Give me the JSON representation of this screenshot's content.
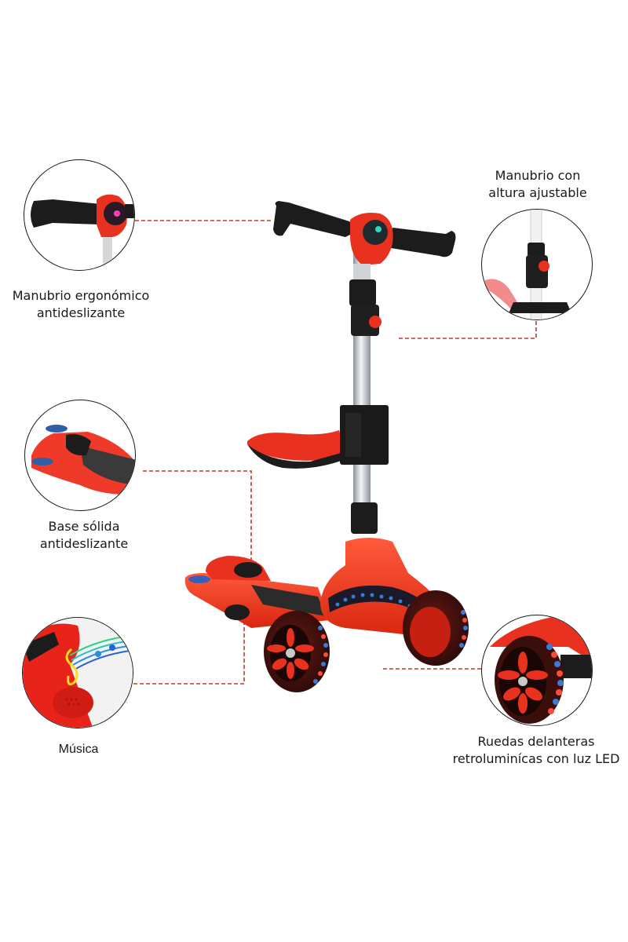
{
  "page": {
    "background": "#ffffff",
    "accent_color": "#e53a2a",
    "connector_color": "#c0392b"
  },
  "features": [
    {
      "id": "handlebar-ergonomic",
      "line1": "Manubrio ergonómico",
      "line2": "antideslizante",
      "icon": "handlebar-grip-icon"
    },
    {
      "id": "handlebar-height",
      "line1": "Manubrio con",
      "line2": "altura ajustable",
      "icon": "height-adjust-clamp-icon"
    },
    {
      "id": "deck",
      "line1": "Base sólida",
      "line2": "antideslizante",
      "icon": "deck-icon"
    },
    {
      "id": "music",
      "line1": "Música",
      "line2": "",
      "icon": "music-notes-icon"
    },
    {
      "id": "wheels",
      "line1": "Ruedas delanteras",
      "line2": "retroluminícas con luz LED",
      "icon": "led-wheel-icon"
    }
  ],
  "product": {
    "type": "3-wheel kids scooter with seat",
    "main_color": "#e8321f",
    "grip_color": "#1c1c1c",
    "led_colors": [
      "#3a7bd5",
      "#e8321f"
    ]
  }
}
